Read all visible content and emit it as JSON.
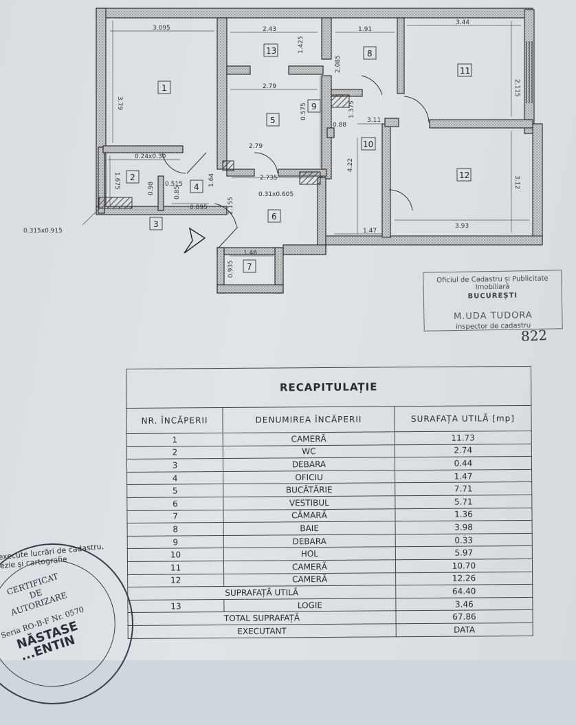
{
  "plan": {
    "dimensions": [
      "3.095",
      "2.43",
      "1.425",
      "1.91",
      "3.44",
      "2.085",
      "3.79",
      "2.79",
      "0.575",
      "0.88",
      "1.375",
      "3.11",
      "2.115",
      "0.24x0.30",
      "2.79",
      "1.675",
      "0.515",
      "0.98",
      "0.85",
      "1.64",
      "2.735",
      "0.31x0.605",
      "4.22",
      "3.12",
      "0.895",
      "2.155",
      "1.47",
      "3.93",
      "0.315x0.915",
      "1.46",
      "0.935"
    ],
    "room_numbers": [
      "1",
      "2",
      "3",
      "4",
      "5",
      "6",
      "7",
      "8",
      "9",
      "10",
      "11",
      "12",
      "13"
    ]
  },
  "cadastre_stamp": {
    "line1": "Oficiul de Cadastru și Publicitate Imobiliară",
    "line2": "BUCUREȘTI",
    "line3": "M.UDA TUDORA",
    "line4": "inspector de cadastru",
    "signature_number": "822"
  },
  "recap": {
    "title": "RECAPITULAȚIE",
    "headers": {
      "nr": "NR. ÎNCĂPERII",
      "name": "DENUMIREA ÎNCĂPERII",
      "area": "SURAFAȚA UTILĂ [mp]"
    },
    "rows": [
      {
        "nr": "1",
        "name": "CAMERĂ",
        "area": "11.73"
      },
      {
        "nr": "2",
        "name": "WC",
        "area": "2.74"
      },
      {
        "nr": "3",
        "name": "DEBARA",
        "area": "0.44"
      },
      {
        "nr": "4",
        "name": "OFICIU",
        "area": "1.47"
      },
      {
        "nr": "5",
        "name": "BUCĂTĂRIE",
        "area": "7.71"
      },
      {
        "nr": "6",
        "name": "VESTIBUL",
        "area": "5.71"
      },
      {
        "nr": "7",
        "name": "CĂMARĂ",
        "area": "1.36"
      },
      {
        "nr": "8",
        "name": "BAIE",
        "area": "3.98"
      },
      {
        "nr": "9",
        "name": "DEBARA",
        "area": "0.33"
      },
      {
        "nr": "10",
        "name": "HOL",
        "area": "5.97"
      },
      {
        "nr": "11",
        "name": "CAMERĂ",
        "area": "10.70"
      },
      {
        "nr": "12",
        "name": "CAMERĂ",
        "area": "12.26"
      }
    ],
    "useful_label": "SUPRAFAȚĂ UTILĂ",
    "useful_value": "64.40",
    "logie": {
      "nr": "13",
      "name": "LOGIE",
      "area": "3.46"
    },
    "total_label": "TOTAL SUPRAFAȚĂ",
    "total_value": "67.86",
    "executant_label": "EXECUTANT",
    "data_label": "DATA"
  },
  "cert_stamp": {
    "arc": "...să execute lucrări de cadastru, geodezie și cartografie",
    "line1": "CERTIFICAT",
    "line2": "DE",
    "line3": "AUTORIZARE",
    "serie": "Seria RO-B-F Nr. 0570",
    "name1": "NĂSTASE",
    "name2": "...ENTIN"
  }
}
